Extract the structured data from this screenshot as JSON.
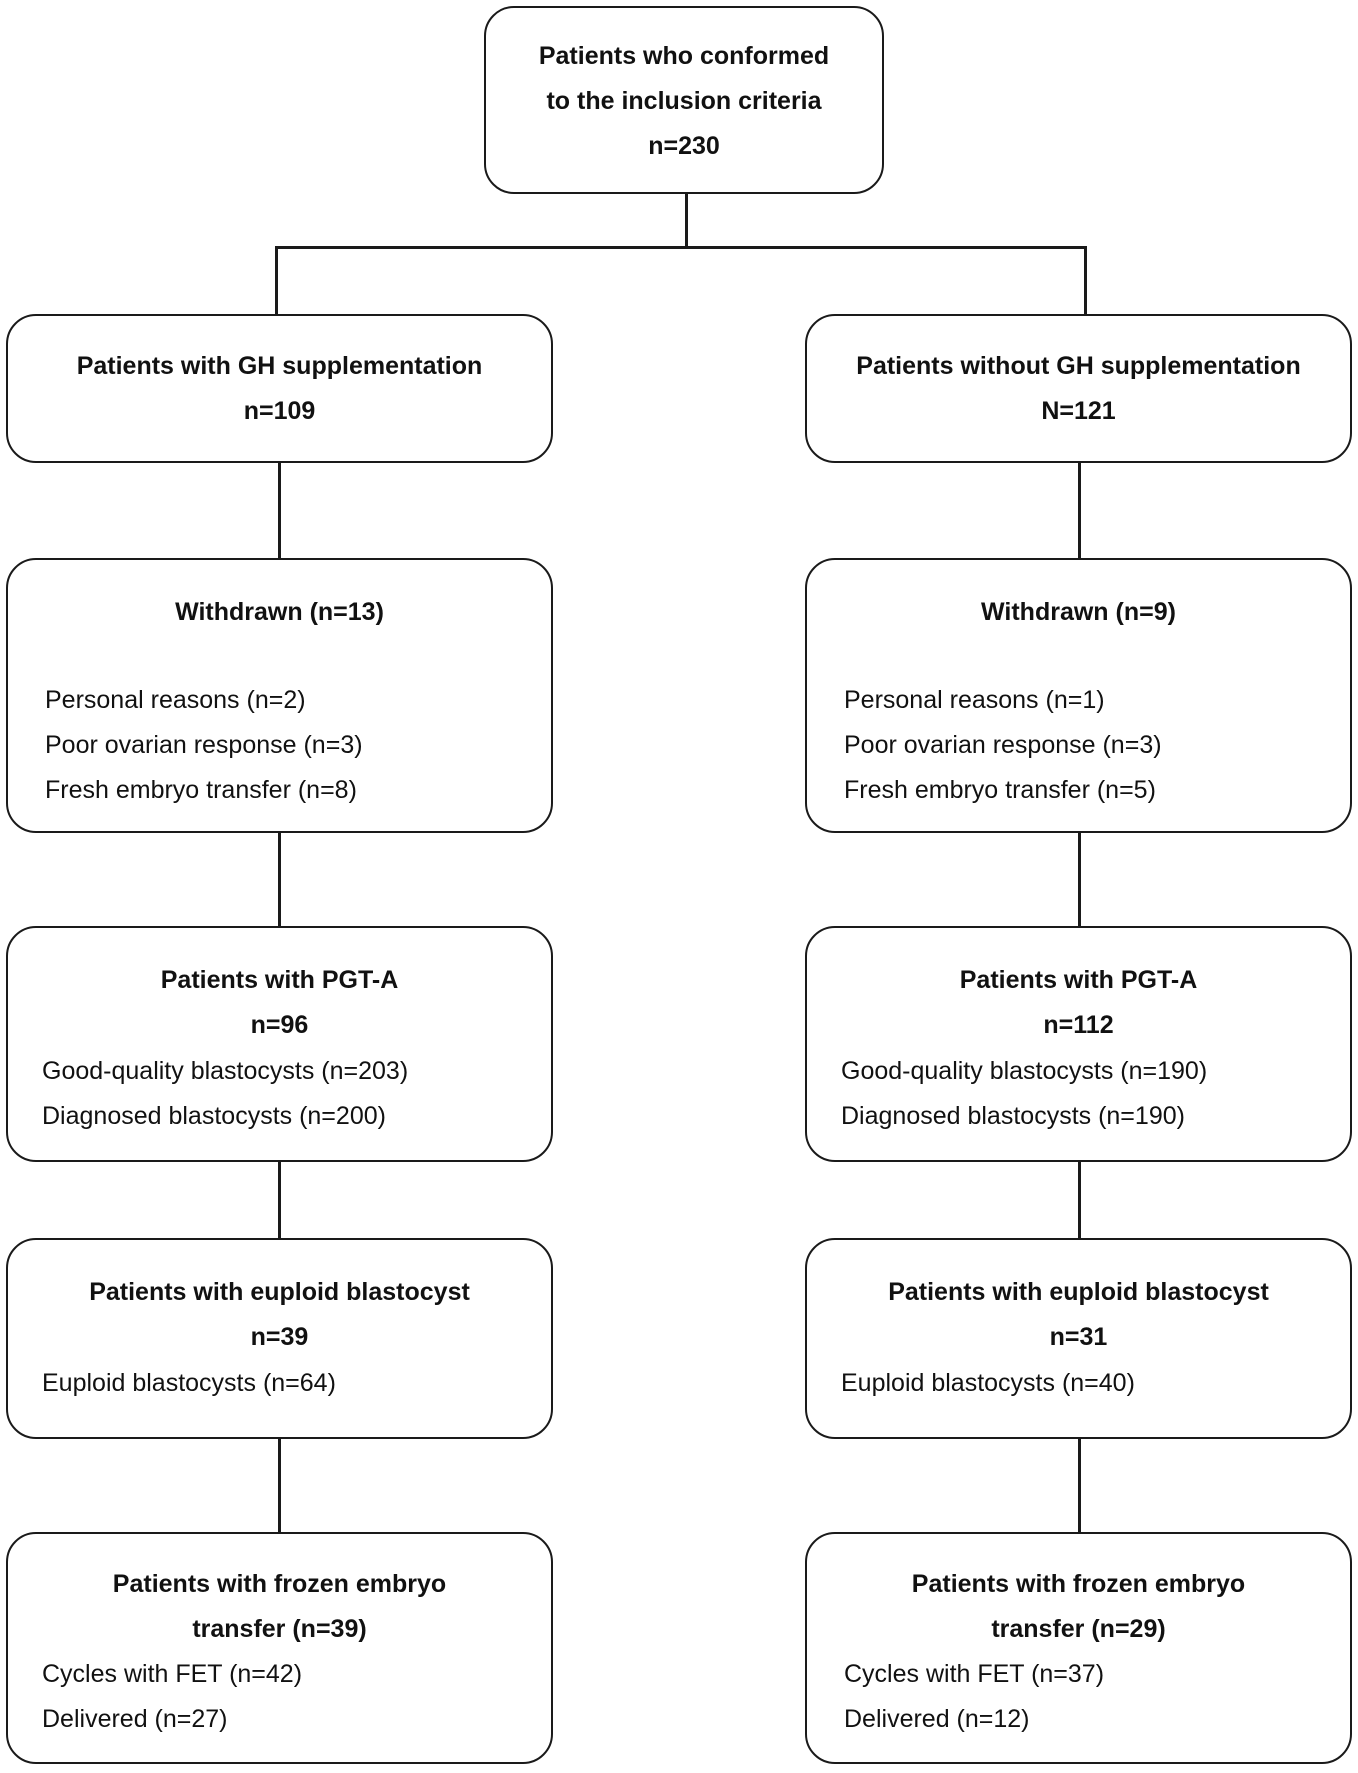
{
  "root": {
    "title_line1": "Patients who conformed",
    "title_line2": "to the inclusion criteria",
    "count": "n=230"
  },
  "left": {
    "group": {
      "title": "Patients with GH supplementation",
      "count": "n=109"
    },
    "withdrawn": {
      "title": "Withdrawn (n=13)",
      "items": [
        "Personal reasons (n=2)",
        "Poor ovarian response (n=3)",
        "Fresh embryo transfer (n=8)"
      ]
    },
    "pgta": {
      "title": "Patients with PGT-A",
      "count": "n=96",
      "items": [
        "Good-quality blastocysts (n=203)",
        "Diagnosed blastocysts (n=200)"
      ]
    },
    "euploid": {
      "title": "Patients with euploid blastocyst",
      "count": "n=39",
      "items": [
        "Euploid blastocysts (n=64)"
      ]
    },
    "fet": {
      "title_line1": "Patients with frozen embryo",
      "title_line2": "transfer (n=39)",
      "items": [
        "Cycles with FET (n=42)",
        "Delivered (n=27)"
      ]
    }
  },
  "right": {
    "group": {
      "title": "Patients without GH supplementation",
      "count": "N=121"
    },
    "withdrawn": {
      "title": "Withdrawn (n=9)",
      "items": [
        "Personal reasons (n=1)",
        "Poor ovarian response (n=3)",
        "Fresh embryo transfer (n=5)"
      ]
    },
    "pgta": {
      "title": "Patients with PGT-A",
      "count": "n=112",
      "items": [
        "Good-quality blastocysts (n=190)",
        "Diagnosed blastocysts (n=190)"
      ]
    },
    "euploid": {
      "title": "Patients with euploid blastocyst",
      "count": "n=31",
      "items": [
        "Euploid blastocysts (n=40)"
      ]
    },
    "fet": {
      "title_line1": "Patients with frozen embryo",
      "title_line2": "transfer (n=29)",
      "items": [
        "Cycles with FET (n=37)",
        "Delivered (n=12)"
      ]
    }
  }
}
